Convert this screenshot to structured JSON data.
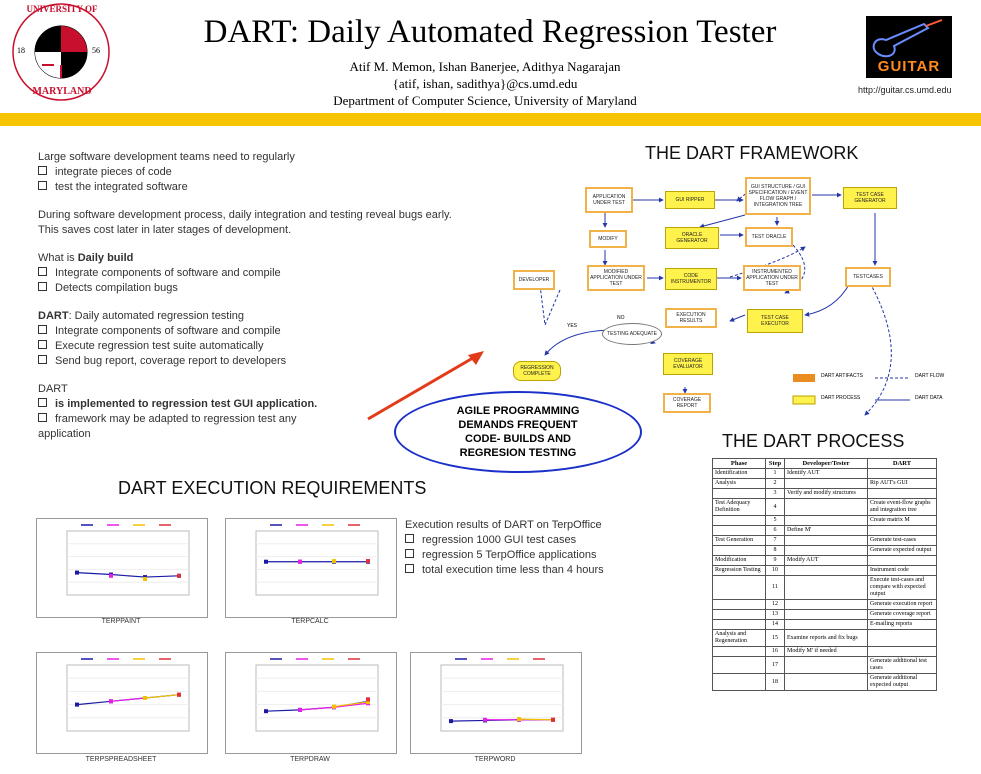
{
  "header": {
    "title": "DART: Daily Automated Regression Tester",
    "authors": "Atif M. Memon, Ishan Banerjee, Adithya Nagarajan",
    "emails": "{atif, ishan, sadithya}@cs.umd.edu",
    "department": "Department of Computer Science, University of Maryland",
    "logo_left": {
      "top": "UNIVERSITY OF",
      "bottom": "MARYLAND",
      "year_left": "18",
      "year_right": "56"
    },
    "logo_right": {
      "label": "GUITAR",
      "url": "http://guitar.cs.umd.edu"
    }
  },
  "intro": {
    "p1": "Large software development teams need to regularly",
    "p1_items": [
      "integrate pieces of code",
      "test the integrated software"
    ],
    "p2_line1": "During software development process, daily integration and testing reveal bugs early.",
    "p2_line2": "This saves cost later in later stages of development.",
    "p3_prefix": "What is ",
    "p3_bold": "Daily build",
    "p3_items": [
      "Integrate components of software and compile",
      "Detects compilation bugs"
    ],
    "p4_bold": "DART",
    "p4_rest": ": Daily automated regression testing",
    "p4_items": [
      "Integrate components of software and compile",
      "Execute regression test suite automatically",
      "Send bug report, coverage report to developers"
    ],
    "p5": "DART",
    "p5_bold_item": "is implemented to regression test GUI application.",
    "p5_item2_line1": "framework may be adapted to regression test any",
    "p5_item2_line2": "application"
  },
  "agile": {
    "line1": "AGILE PROGRAMMING",
    "line2": "DEMANDS FREQUENT",
    "line3": "CODE- BUILDS AND",
    "line4": "REGRESION TESTING"
  },
  "framework": {
    "title": "THE DART FRAMEWORK",
    "nodes": {
      "aut": "APPLICATION UNDER TEST",
      "guiripper": "GUI RIPPER",
      "gui_spec": "GUI STRUCTURE / GUI SPECIFICATION / EVENT FLOW GRAPH / INTEGRATION TREE",
      "tc_gen": "TEST CASE GENERATOR",
      "modify": "MODIFY",
      "oracle_gen": "ORACLE GENERATOR",
      "oracle": "TEST ORACLE",
      "developer": "DEVELOPER",
      "mod_aut": "MODIFIED APPLICATION UNDER TEST",
      "instrumentor": "CODE INSTRUMENTOR",
      "instr_aut": "INSTRUMENTED APPLICATION UNDER TEST",
      "testcases": "TESTCASES",
      "executor": "TEST CASE EXECUTOR",
      "results": "EXECUTION RESULTS",
      "yes": "YES",
      "no": "NO",
      "testing_adequate": "TESTING ADEQUATE",
      "complete": "REGRESSION COMPLETE",
      "coverage": "COVERAGE EVALUATOR",
      "coverage_report": "COVERAGE REPORT"
    },
    "legend": {
      "artifacts": "DART ARTIFACTS",
      "process": "DART PROCESS",
      "flow": "DART FLOW",
      "data": "DART DATA"
    }
  },
  "process": {
    "title": "THE DART PROCESS",
    "headers": [
      "Phase",
      "Step",
      "Developer/Tester",
      "DART"
    ],
    "rows": [
      {
        "phase": "Identification",
        "step": "1",
        "dev": "Identify AUT",
        "dart": ""
      },
      {
        "phase": "Analysis",
        "step": "2",
        "dev": "",
        "dart": "Rip AUT's GUI"
      },
      {
        "phase": "",
        "step": "3",
        "dev": "Verify and modify structures",
        "dart": ""
      },
      {
        "phase": "Test Adequacy Definition",
        "step": "4",
        "dev": "",
        "dart": "Create event-flow graphs and integration tree"
      },
      {
        "phase": "",
        "step": "5",
        "dev": "",
        "dart": "Create matrix M"
      },
      {
        "phase": "",
        "step": "6",
        "dev": "Define M'",
        "dart": ""
      },
      {
        "phase": "Test Generation",
        "step": "7",
        "dev": "",
        "dart": "Generate test-cases"
      },
      {
        "phase": "",
        "step": "8",
        "dev": "",
        "dart": "Generate expected output"
      },
      {
        "phase": "Modification",
        "step": "9",
        "dev": "Modify AUT",
        "dart": ""
      },
      {
        "phase": "Regression Testing",
        "step": "10",
        "dev": "",
        "dart": "Instrument code"
      },
      {
        "phase": "",
        "step": "11",
        "dev": "",
        "dart": "Execute test-cases and compare with expected output"
      },
      {
        "phase": "",
        "step": "12",
        "dev": "",
        "dart": "Generate execution report"
      },
      {
        "phase": "",
        "step": "13",
        "dev": "",
        "dart": "Generate coverage report"
      },
      {
        "phase": "",
        "step": "14",
        "dev": "",
        "dart": "E-mailing reports"
      },
      {
        "phase": "Analysis and Regeneration",
        "step": "15",
        "dev": "Examine reports and fix bugs",
        "dart": ""
      },
      {
        "phase": "",
        "step": "16",
        "dev": "Modify M' if needed",
        "dart": ""
      },
      {
        "phase": "",
        "step": "17",
        "dev": "",
        "dart": "Generate additional test cases"
      },
      {
        "phase": "",
        "step": "18",
        "dev": "",
        "dart": "Generate additional expected output"
      }
    ]
  },
  "exec_req": {
    "title": "DART EXECUTION REQUIREMENTS",
    "intro": "Execution results of DART on TerpOffice",
    "items": [
      "regression 1000 GUI test cases",
      "regression 5 TerpOffice applications",
      "total execution time less than 4 hours"
    ]
  },
  "charts": [
    {
      "caption": "TERPPAINT",
      "series": [
        {
          "color": "#1a1aa6",
          "values": [
            35,
            32,
            28,
            30
          ]
        },
        {
          "color": "#e91ee8",
          "values": [
            null,
            30,
            null,
            null
          ]
        },
        {
          "color": "#f2c200",
          "values": [
            null,
            null,
            25,
            null
          ]
        },
        {
          "color": "#e0303a",
          "values": [
            null,
            null,
            null,
            30
          ]
        }
      ]
    },
    {
      "caption": "TERPCALC",
      "series": [
        {
          "color": "#1a1aa6",
          "values": [
            52,
            52,
            52,
            52
          ]
        },
        {
          "color": "#e91ee8",
          "values": [
            null,
            52,
            null,
            null
          ]
        },
        {
          "color": "#f2c200",
          "values": [
            null,
            null,
            53,
            null
          ]
        },
        {
          "color": "#e0303a",
          "values": [
            null,
            null,
            null,
            53
          ]
        }
      ]
    },
    {
      "caption": "TERPSPREADSHEET",
      "series": [
        {
          "color": "#1a1aa6",
          "values": [
            40,
            45,
            50,
            55
          ]
        },
        {
          "color": "#e91ee8",
          "values": [
            null,
            45,
            50,
            null
          ]
        },
        {
          "color": "#f2c200",
          "values": [
            null,
            null,
            50,
            55
          ]
        },
        {
          "color": "#e0303a",
          "values": [
            null,
            null,
            null,
            55
          ]
        }
      ]
    },
    {
      "caption": "TERPDRAW",
      "series": [
        {
          "color": "#1a1aa6",
          "values": [
            30,
            32,
            36,
            45
          ]
        },
        {
          "color": "#e91ee8",
          "values": [
            null,
            32,
            36,
            42
          ]
        },
        {
          "color": "#f2c200",
          "values": [
            null,
            null,
            37,
            44
          ]
        },
        {
          "color": "#e0303a",
          "values": [
            null,
            null,
            null,
            48
          ]
        }
      ]
    },
    {
      "caption": "TERPWORD",
      "series": [
        {
          "color": "#1a1aa6",
          "values": [
            15,
            16,
            17,
            17
          ]
        },
        {
          "color": "#e91ee8",
          "values": [
            null,
            17,
            17,
            17
          ]
        },
        {
          "color": "#f2c200",
          "values": [
            null,
            null,
            18,
            17
          ]
        },
        {
          "color": "#e0303a",
          "values": [
            null,
            null,
            null,
            17
          ]
        }
      ]
    }
  ]
}
